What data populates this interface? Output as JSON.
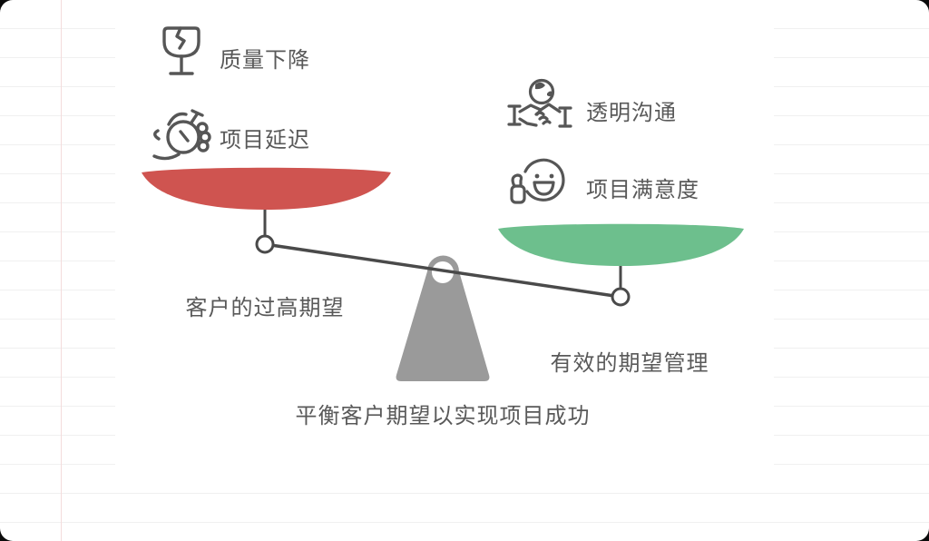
{
  "diagram_title": "平衡客户期望以实现项目成功",
  "background": {
    "style": "ruled-notebook-paper",
    "ruled_line_color": "#f0f0f0",
    "margin_line_color": "#f4dcdc",
    "card_color": "#ffffff"
  },
  "left_side": {
    "meaning": "negative-outcomes",
    "items": [
      {
        "icon": "broken-glass-icon",
        "label": "质量下降"
      },
      {
        "icon": "stopwatch-hand-icon",
        "label": "项目延迟"
      }
    ],
    "pan_color": "#cf5450",
    "cause_label": "客户的过高期望",
    "pan_position": "raised"
  },
  "right_side": {
    "meaning": "positive-outcomes",
    "items": [
      {
        "icon": "handshake-globe-icon",
        "label": "透明沟通"
      },
      {
        "icon": "smiley-thumbs-up-icon",
        "label": "项目满意度"
      }
    ],
    "pan_color": "#6dbf8d",
    "cause_label": "有效的期望管理",
    "pan_position": "lowered"
  },
  "scale": {
    "fulcrum_color": "#9a9a9a",
    "beam_color": "#4a4a4a",
    "tilt": "right-side-down"
  },
  "caption": "平衡客户期望以实现项目成功",
  "text_color": "#595959",
  "icon_stroke_color": "#565656"
}
